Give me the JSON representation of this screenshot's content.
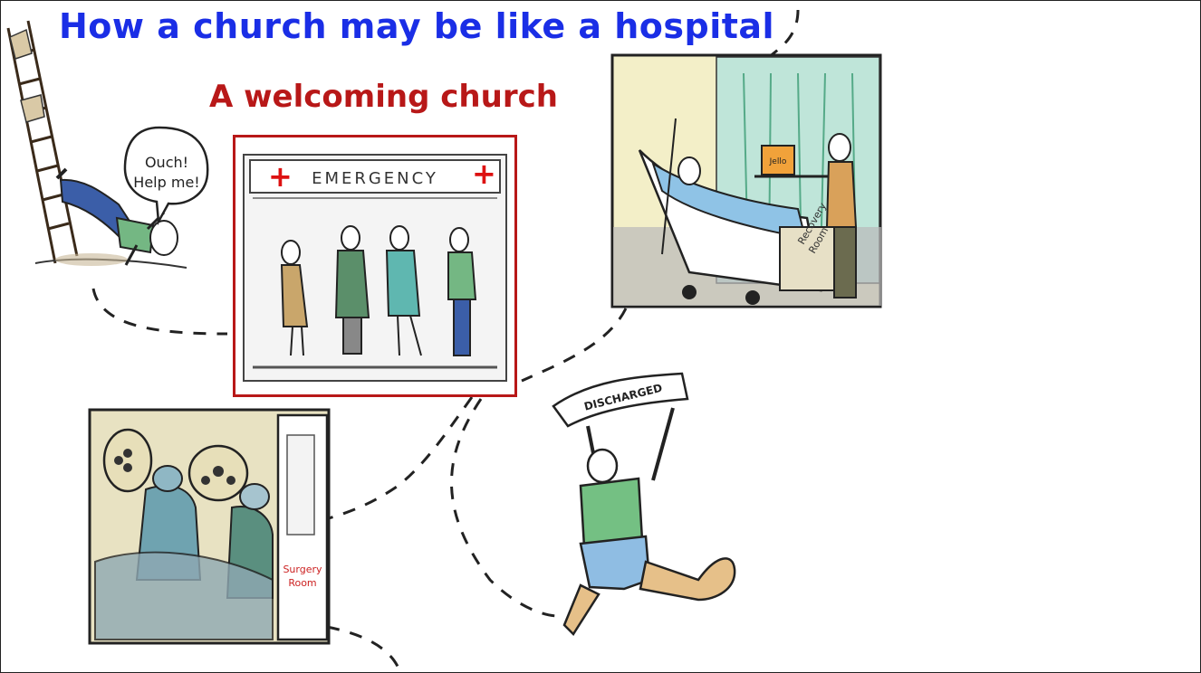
{
  "slide": {
    "title": "How a church may be like a hospital",
    "subtitle": "A welcoming church"
  },
  "illustrations": {
    "speech_bubble": [
      "Ouch!",
      "Help me!"
    ],
    "emergency_sign": "EMERGENCY",
    "recovery_room_label": [
      "Recovery",
      "Room"
    ],
    "jello_label": "Jello",
    "surgery_room_label": [
      "Surgery",
      "Room"
    ],
    "banner_text": "DISCHARGED"
  },
  "colors": {
    "title": "#1a2ee6",
    "subtitle": "#b81818",
    "highlight_border": "#b81818"
  }
}
